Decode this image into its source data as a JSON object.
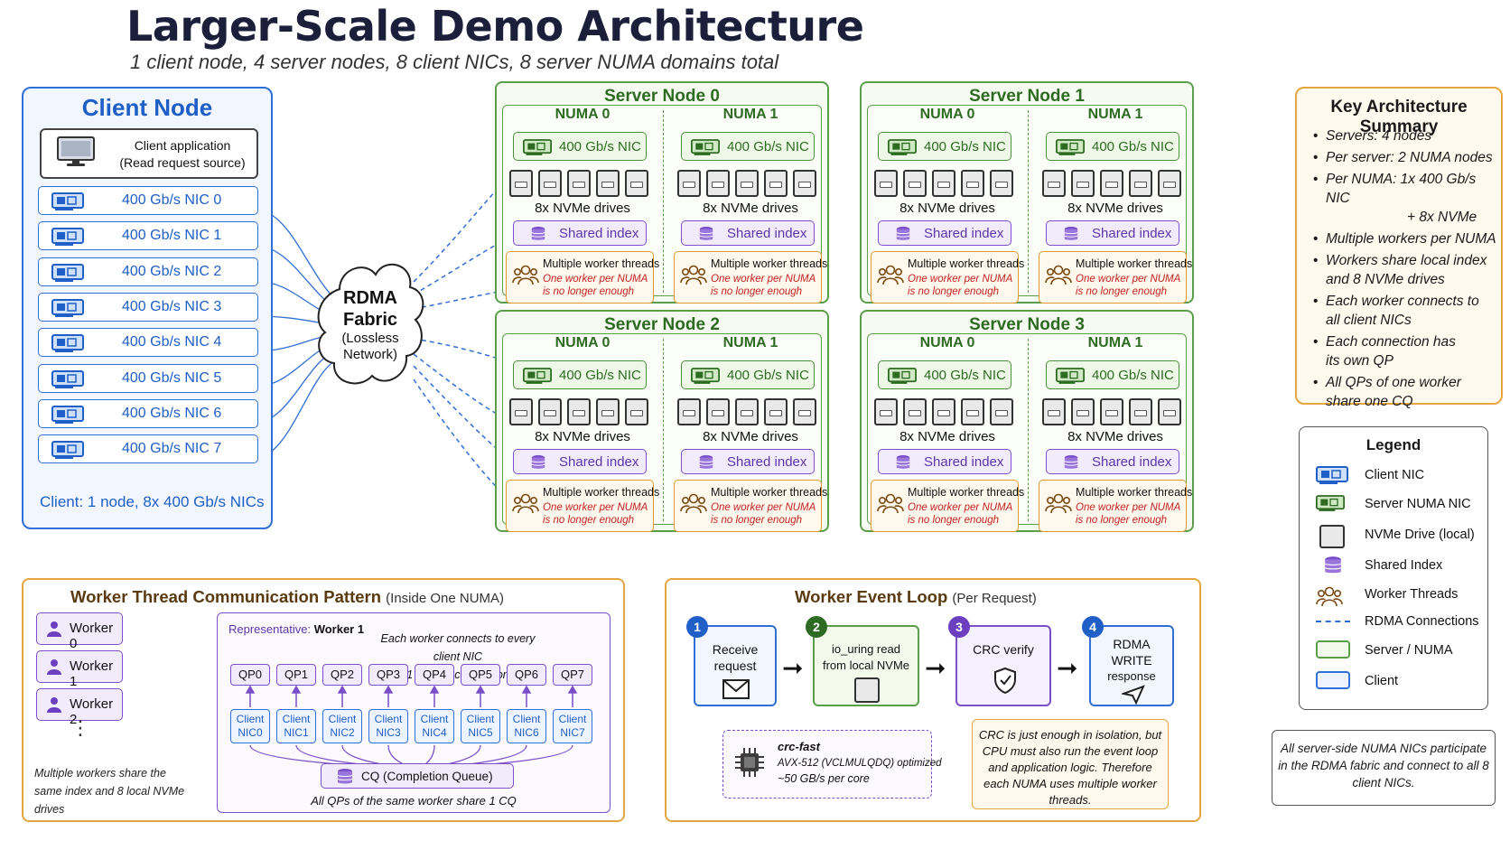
{
  "header": {
    "title": "Larger-Scale Demo Architecture",
    "subtitle": "1 client node, 4 server nodes, 8 client NICs, 8 server NUMA domains total"
  },
  "client": {
    "title": "Client Node",
    "app_line1": "Client application",
    "app_line2": "(Read request source)",
    "nics": [
      "400 Gb/s NIC 0",
      "400 Gb/s NIC 1",
      "400 Gb/s NIC 2",
      "400 Gb/s NIC 3",
      "400 Gb/s NIC 4",
      "400 Gb/s NIC 5",
      "400 Gb/s NIC 6",
      "400 Gb/s NIC 7"
    ],
    "footer": "Client: 1 node, 8x 400 Gb/s NICs"
  },
  "fabric": {
    "line1": "RDMA",
    "line2": "Fabric",
    "line3": "(Lossless",
    "line4": "Network)"
  },
  "servers": [
    {
      "title": "Server Node 0"
    },
    {
      "title": "Server Node 1"
    },
    {
      "title": "Server Node 2"
    },
    {
      "title": "Server Node 3"
    }
  ],
  "numa": {
    "titles": [
      "NUMA 0",
      "NUMA 1"
    ],
    "nic": "400 Gb/s NIC",
    "drives": "8x NVMe drives",
    "index": "Shared index",
    "workers_line1": "Multiple worker threads",
    "workers_line2": "One worker per NUMA",
    "workers_line3": "is no longer enough"
  },
  "summary": {
    "title": "Key Architecture Summary",
    "items": [
      "Servers: 4 nodes",
      "Per server: 2 NUMA nodes",
      "Per NUMA: 1x 400 Gb/s NIC",
      "+ 8x NVMe",
      "Multiple workers per NUMA",
      "Workers share local index",
      "and 8 NVMe drives",
      "Each worker connects to",
      "all client NICs",
      "Each connection has",
      "its own QP",
      "All QPs of one worker",
      "share one CQ"
    ]
  },
  "legend": {
    "title": "Legend",
    "items": [
      "Client NIC",
      "Server NUMA NIC",
      "NVMe Drive (local)",
      "Shared Index",
      "Worker Threads",
      "RDMA Connections",
      "Server / NUMA",
      "Client"
    ],
    "note": "All server-side NUMA NICs participate in the RDMA fabric and connect to all 8 client NICs."
  },
  "worker_pattern": {
    "title": "Worker Thread Communication Pattern",
    "title_sub": "(Inside One NUMA)",
    "workers": [
      "Worker 0",
      "Worker 1",
      "Worker 2"
    ],
    "dots": "⋮",
    "note": "Multiple workers share the same index and 8 local NVMe drives",
    "rep_label": "Representative:",
    "rep_worker": "Worker 1",
    "rep_note_1": "Each worker connects to every client NIC",
    "rep_note_2": "1 QP per connection",
    "qps": [
      "QP0",
      "QP1",
      "QP2",
      "QP3",
      "QP4",
      "QP5",
      "QP6",
      "QP7"
    ],
    "client_nics_top": "Client",
    "client_nics": [
      "NIC0",
      "NIC1",
      "NIC2",
      "NIC3",
      "NIC4",
      "NIC5",
      "NIC6",
      "NIC7"
    ],
    "cq": "CQ (Completion Queue)",
    "cq_note": "All QPs of the same worker share 1 CQ"
  },
  "event_loop": {
    "title": "Worker Event Loop",
    "title_sub": "(Per Request)",
    "steps": [
      {
        "num": "1",
        "line1": "Receive",
        "line2": "request",
        "line3": ""
      },
      {
        "num": "2",
        "line1": "io_uring read",
        "line2": "from local NVMe",
        "line3": ""
      },
      {
        "num": "3",
        "line1": "CRC verify",
        "line2": "",
        "line3": ""
      },
      {
        "num": "4",
        "line1": "RDMA",
        "line2": "WRITE",
        "line3": "response"
      }
    ],
    "crc_title": "crc-fast",
    "crc_line1": "AVX-512 (VCLMULQDQ) optimized",
    "crc_line2": "~50 GB/s per core",
    "crc_note": "CRC is just enough in isolation, but CPU must also run the event loop and application logic. Therefore each NUMA uses multiple worker threads."
  },
  "colors": {
    "client_blue": "#2f6fd6",
    "server_green": "#5a9e4a",
    "index_purple": "#7b4fc9",
    "worker_orange": "#e09a2d",
    "warning_red": "#c22222"
  }
}
